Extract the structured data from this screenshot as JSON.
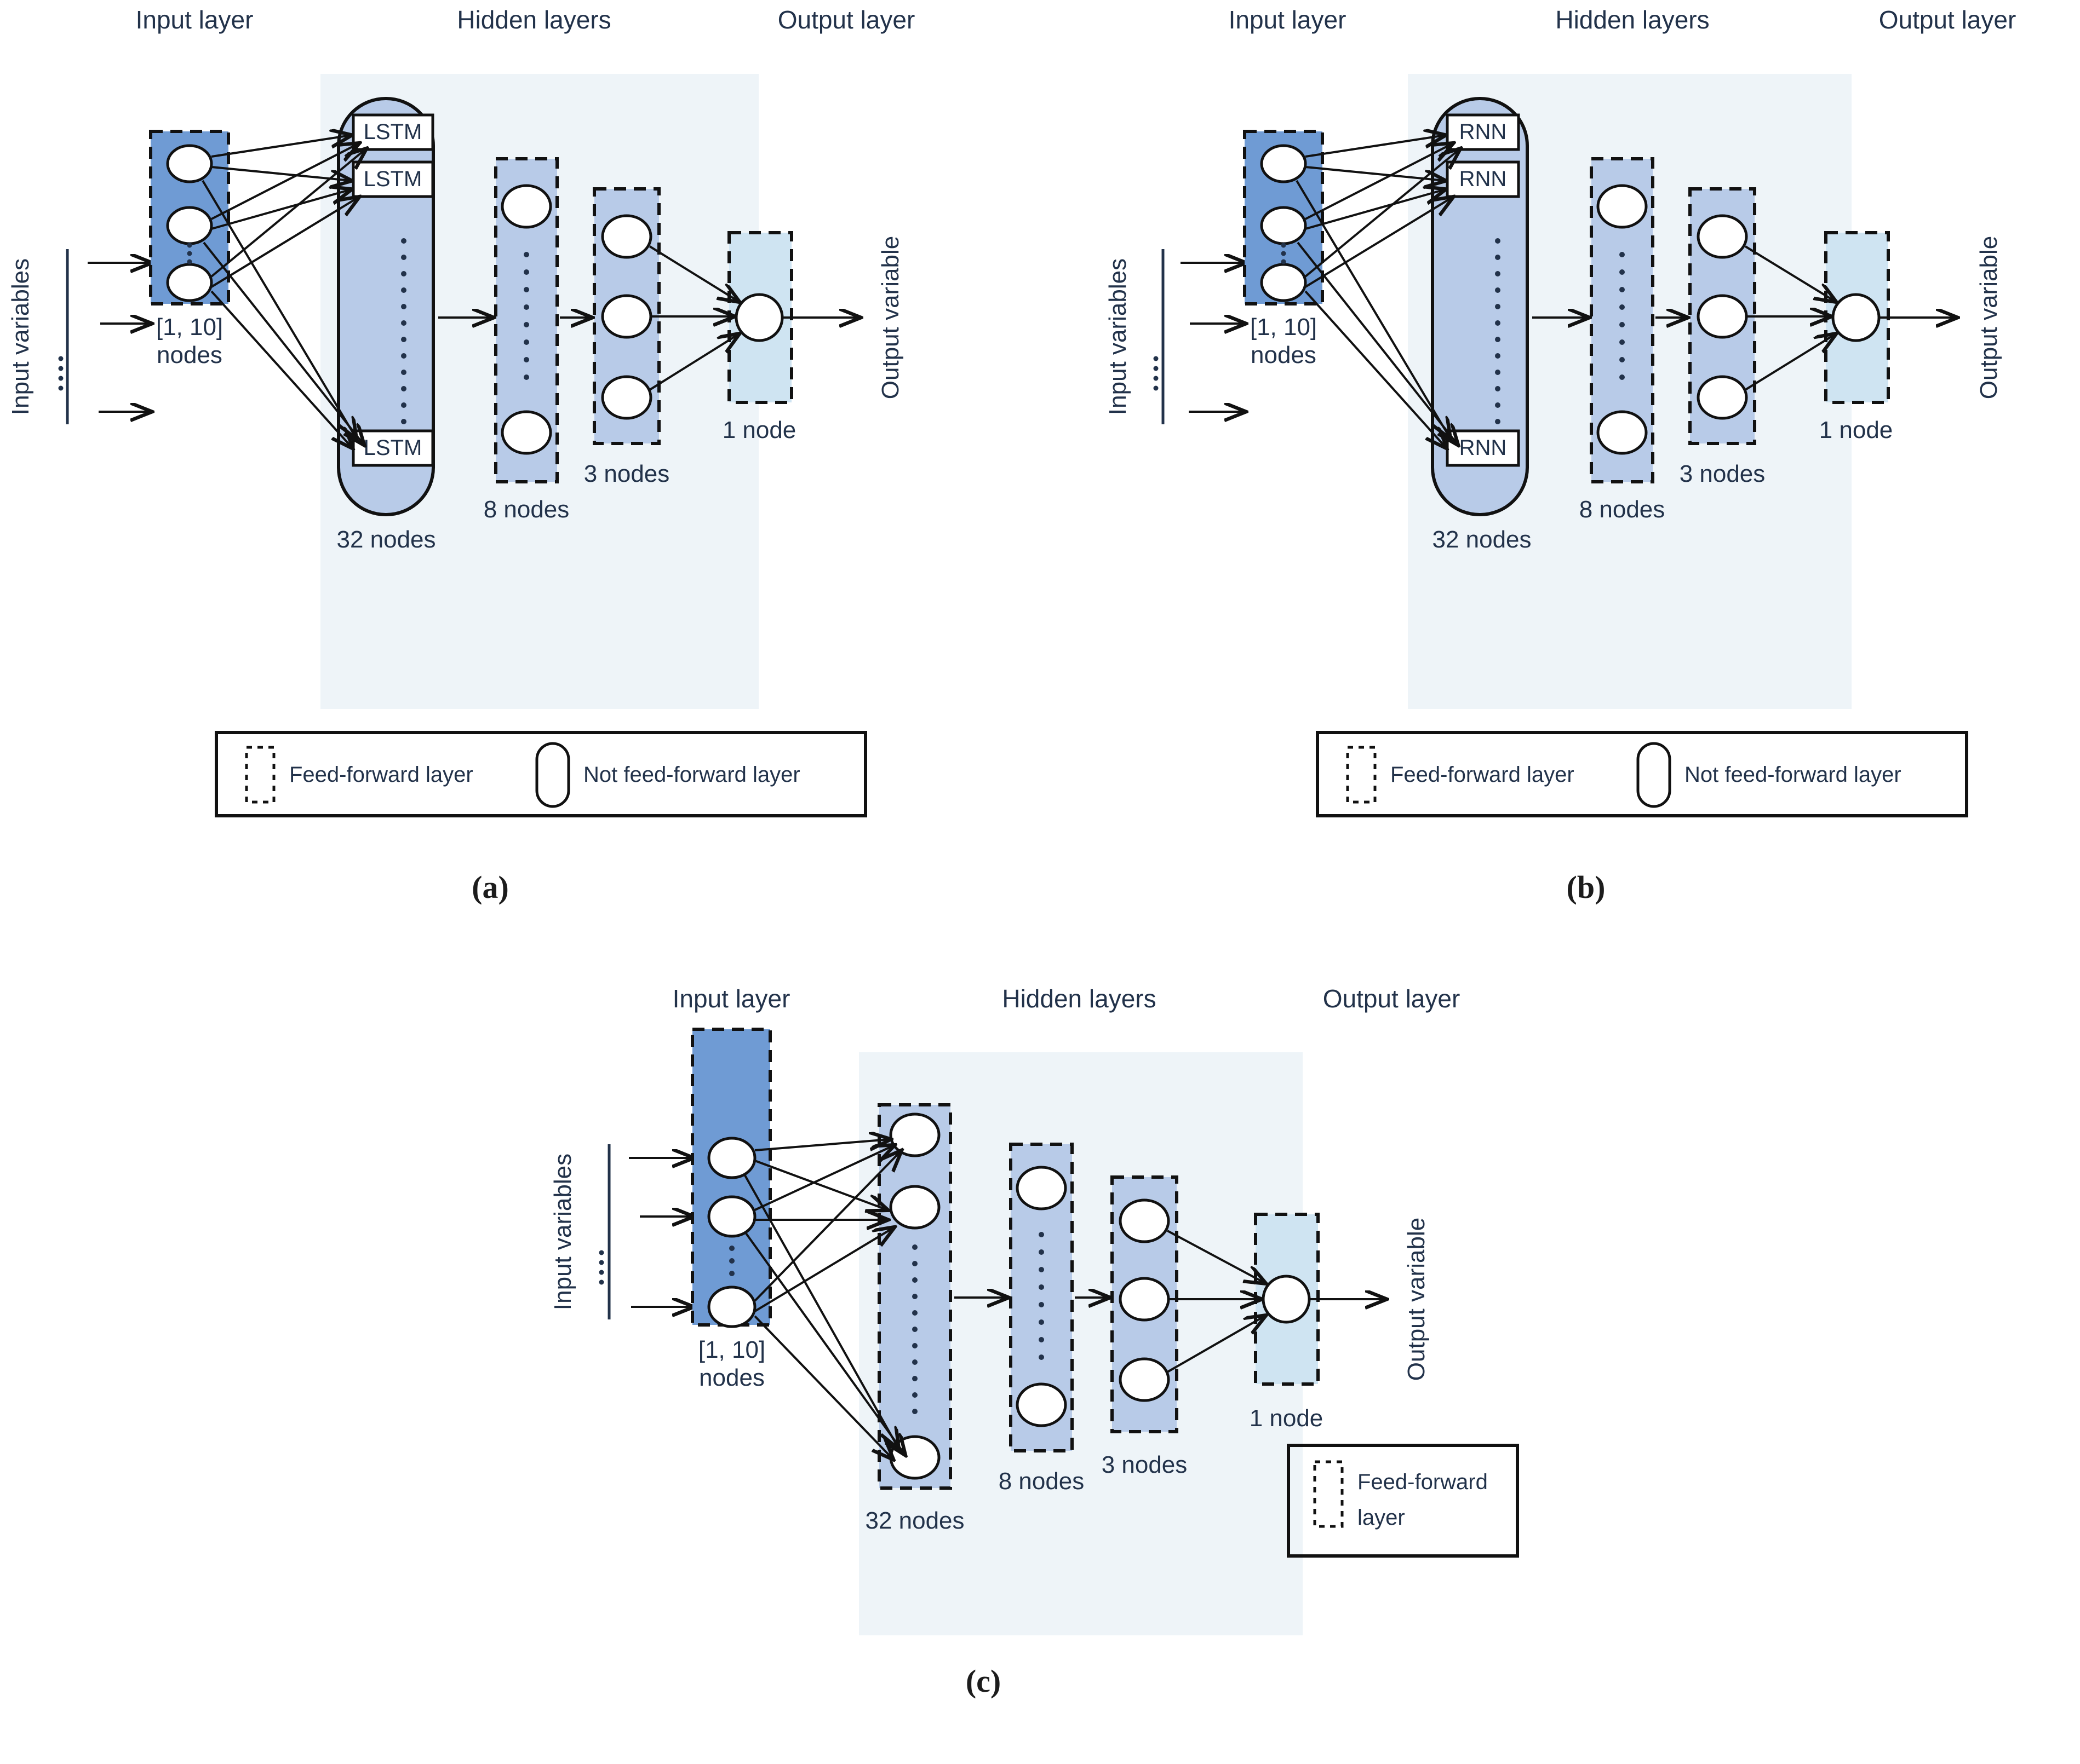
{
  "figure": {
    "type": "diagram",
    "description": "Three neural network architecture schematics: LSTM, RNN and feed-forward ANN",
    "panels": [
      "a",
      "b",
      "c"
    ]
  },
  "common": {
    "titles": {
      "input_layer": "Input layer",
      "hidden_layers": "Hidden layers",
      "output_layer": "Output layer"
    },
    "side_labels": {
      "input_variables": "Input variables",
      "output_variable": "Output variable"
    },
    "layer_captions": {
      "input_nodes": "[1, 10]",
      "input_nodes_2": "nodes",
      "recurrent_nodes": "32 nodes",
      "dense8": "8 nodes",
      "dense3": "3 nodes",
      "output": "1 node"
    },
    "legend": {
      "feed_forward": "Feed-forward layer",
      "not_feed_forward": "Not feed-forward layer",
      "feed_forward_line1": "Feed-forward",
      "feed_forward_line2": "layer"
    },
    "colors": {
      "input_layer_fill": "#6f9bd4",
      "hidden_layer_fill": "#b8cbe8",
      "hidden_zone_fill": "#eef4f8",
      "output_layer_fill": "#cfe4f2",
      "node_fill": "#ffffff",
      "stroke": "#111111",
      "text": "#22324a"
    }
  },
  "panel_a": {
    "caption": "(a)",
    "cell_label": "LSTM",
    "cells": [
      "LSTM",
      "LSTM",
      "LSTM"
    ],
    "layers": [
      {
        "name": "input",
        "nodes": "[1, 10]",
        "caption_line1": "[1, 10]",
        "caption_line2": "nodes",
        "kind": "feed-forward"
      },
      {
        "name": "lstm",
        "nodes": 32,
        "caption": "32 nodes",
        "kind": "not-feed-forward"
      },
      {
        "name": "dense8",
        "nodes": 8,
        "caption": "8 nodes",
        "kind": "feed-forward"
      },
      {
        "name": "dense3",
        "nodes": 3,
        "caption": "3 nodes",
        "kind": "feed-forward"
      },
      {
        "name": "output",
        "nodes": 1,
        "caption": "1 node",
        "kind": "feed-forward"
      }
    ]
  },
  "panel_b": {
    "caption": "(b)",
    "cell_label": "RNN",
    "cells": [
      "RNN",
      "RNN",
      "RNN"
    ],
    "layers": [
      {
        "name": "input",
        "nodes": "[1, 10]",
        "caption_line1": "[1, 10]",
        "caption_line2": "nodes",
        "kind": "feed-forward"
      },
      {
        "name": "rnn",
        "nodes": 32,
        "caption": "32 nodes",
        "kind": "not-feed-forward"
      },
      {
        "name": "dense8",
        "nodes": 8,
        "caption": "8 nodes",
        "kind": "feed-forward"
      },
      {
        "name": "dense3",
        "nodes": 3,
        "caption": "3 nodes",
        "kind": "feed-forward"
      },
      {
        "name": "output",
        "nodes": 1,
        "caption": "1 node",
        "kind": "feed-forward"
      }
    ]
  },
  "panel_c": {
    "caption": "(c)",
    "layers": [
      {
        "name": "input",
        "nodes": "[1, 10]",
        "caption_line1": "[1, 10]",
        "caption_line2": "nodes",
        "kind": "feed-forward"
      },
      {
        "name": "dense32",
        "nodes": 32,
        "caption": "32 nodes",
        "kind": "feed-forward"
      },
      {
        "name": "dense8",
        "nodes": 8,
        "caption": "8 nodes",
        "kind": "feed-forward"
      },
      {
        "name": "dense3",
        "nodes": 3,
        "caption": "3 nodes",
        "kind": "feed-forward"
      },
      {
        "name": "output",
        "nodes": 1,
        "caption": "1 node",
        "kind": "feed-forward"
      }
    ]
  }
}
